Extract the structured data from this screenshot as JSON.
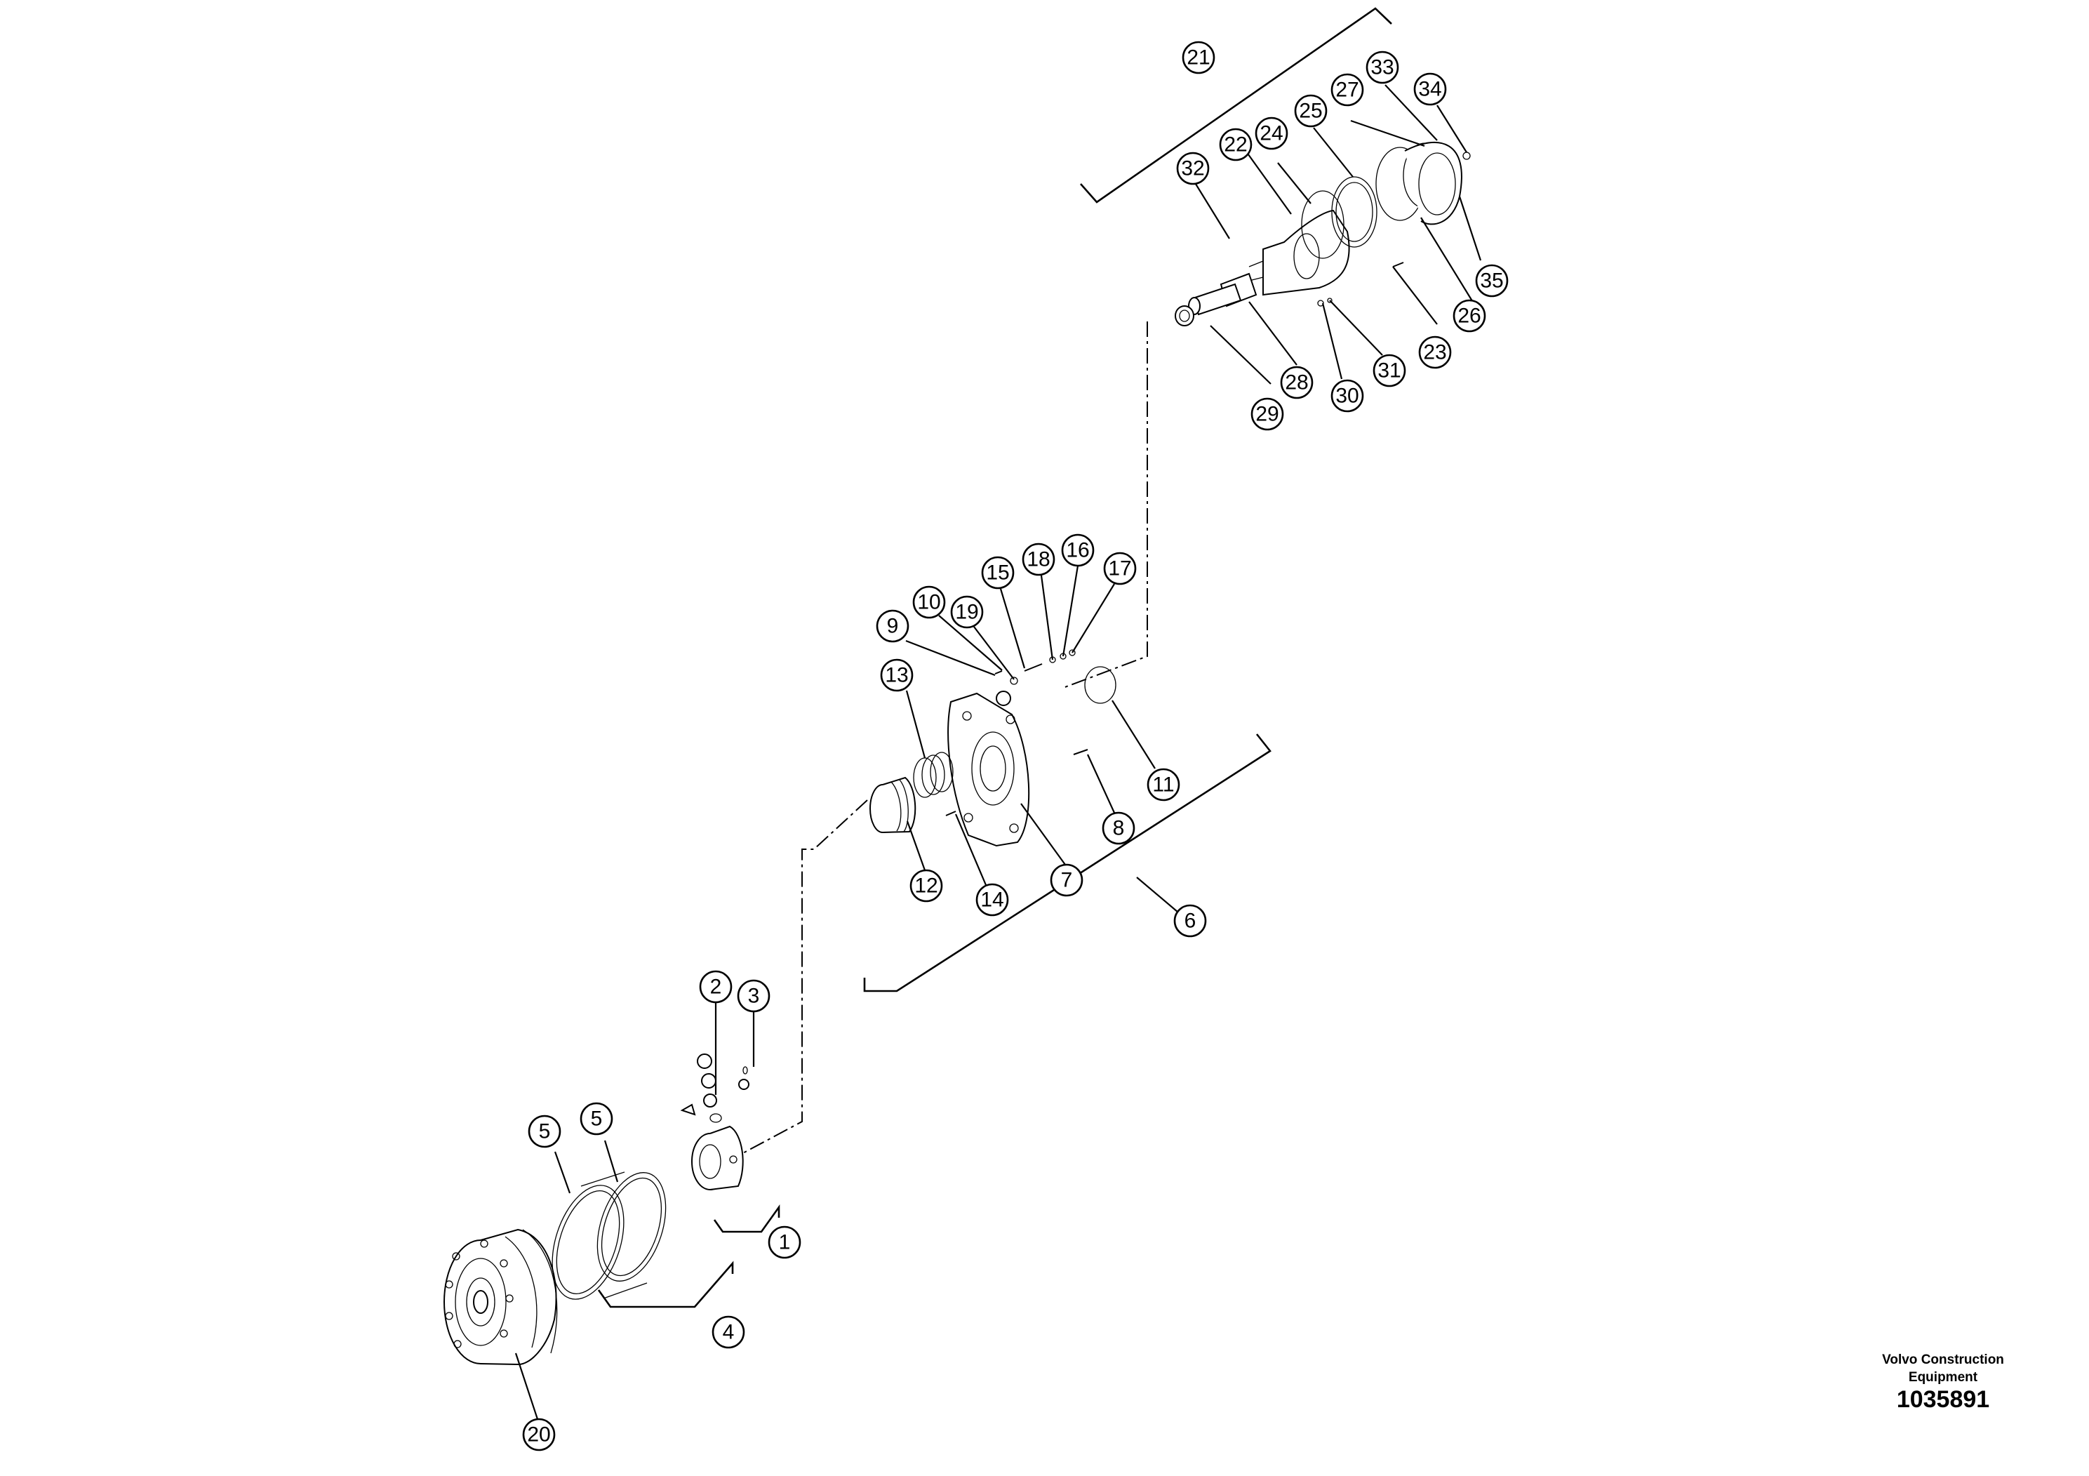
{
  "footer": {
    "company_line1": "Volvo Construction",
    "company_line2": "Equipment",
    "illustration_number": "1035891"
  },
  "callouts": [
    "1",
    "2",
    "3",
    "4",
    "5",
    "5",
    "6",
    "7",
    "8",
    "9",
    "10",
    "11",
    "12",
    "13",
    "14",
    "15",
    "16",
    "17",
    "18",
    "19",
    "20",
    "21",
    "22",
    "23",
    "24",
    "25",
    "26",
    "27",
    "28",
    "29",
    "30",
    "31",
    "32",
    "33",
    "34",
    "35"
  ]
}
